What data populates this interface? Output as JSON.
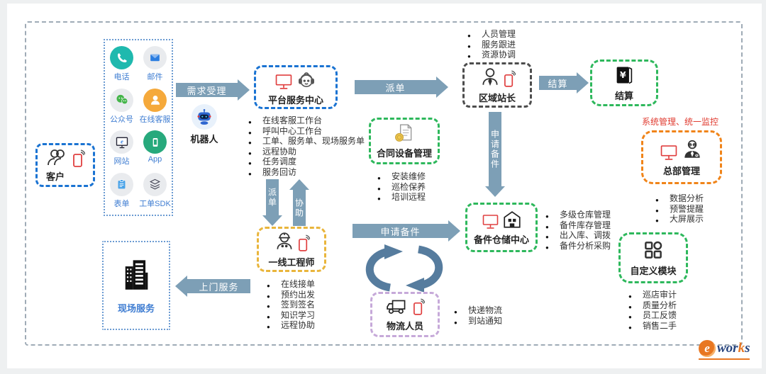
{
  "customer": {
    "label": "客户"
  },
  "channels": {
    "items": [
      {
        "label": "电话"
      },
      {
        "label": "邮件"
      },
      {
        "label": "公众号"
      },
      {
        "label": "在线客服"
      },
      {
        "label": "网站"
      },
      {
        "label": "App"
      },
      {
        "label": "表单"
      },
      {
        "label": "工单SDK"
      }
    ]
  },
  "robot": {
    "label": "机器人"
  },
  "arrows": {
    "demand": "需求受理",
    "dispatch_top": "派单",
    "dispatch_down": "派单",
    "assist_up": "协助",
    "settle": "结算",
    "apply_parts_v": "申请备件",
    "apply_parts_h": "申请备件",
    "door_service": "上门服务"
  },
  "platform": {
    "title": "平台服务中心",
    "bullets": [
      "在线客服工作台",
      "呼叫中心工作台",
      "工单、服务单、现场服务单",
      "远程协助",
      "任务调度",
      "服务回访"
    ]
  },
  "region": {
    "title": "区域站长",
    "bullets": [
      "人员管理",
      "服务跟进",
      "资源协调"
    ]
  },
  "settlement": {
    "title": "结算"
  },
  "contract": {
    "title": "合同设备管理",
    "bullets": [
      "安装维修",
      "巡检保养",
      "培训远程"
    ]
  },
  "warehouse": {
    "title": "备件仓储中心",
    "bullets": [
      "多级仓库管理",
      "备件库存管理",
      "出入库、调拨",
      "备件分析采购"
    ]
  },
  "hq": {
    "note": "系统管理、统一监控",
    "title": "总部管理",
    "bullets": [
      "数据分析",
      "预警提醒",
      "大屏展示"
    ]
  },
  "custom": {
    "title": "自定义模块",
    "bullets": [
      "巡店审计",
      "质量分析",
      "员工反馈",
      "销售二手"
    ]
  },
  "engineer": {
    "title": "一线工程师",
    "bullets": [
      "在线接单",
      "预约出发",
      "签到签名",
      "知识学习",
      "远程协助"
    ]
  },
  "logistics": {
    "title": "物流人员",
    "bullets": [
      "快递物流",
      "到站通知"
    ]
  },
  "field": {
    "title": "现场服务"
  },
  "logo": {
    "e": "e",
    "wor": "wor",
    "k": "k",
    "s": "s"
  },
  "colors": {
    "arrow": "#7d9fb6",
    "cycle_arrow": "#567c9e",
    "blue": "#1a73d2",
    "green": "#2eb85c",
    "orange": "#f08419",
    "amber": "#e9b53b",
    "purple": "#c6a9d9",
    "gray": "#4d4d4d",
    "red_icon": "#e04040",
    "red_note": "#e03c31",
    "channel_label": "#3f7dd2"
  }
}
